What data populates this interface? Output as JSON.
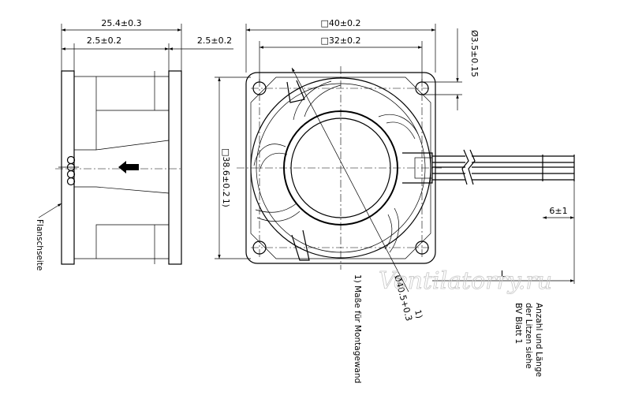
{
  "dimensions": {
    "depth": "25.4±0.3",
    "flange_left": "2.5±0.2",
    "flange_right": "2.5±0.2",
    "frame_square": "□40±0.2",
    "hole_pitch": "□32±0.2",
    "hole_diameter": "Ø3.5±0.15",
    "mount_opening": "□38.6±0.2",
    "mount_opening_note": "1)",
    "cutout_diameter": "Ø40.5+0.3",
    "cutout_diameter_note": "1)",
    "wire_strip": "6±1",
    "lead_length": "L"
  },
  "notes": {
    "flange_side": "Flanschseite",
    "mounting_note": "1) Maße für Montagewand",
    "wire_note_line1": "Anzahl und Länge",
    "wire_note_line2": "der Litzen siehe",
    "wire_note_line3": "BV Blatt 1"
  },
  "watermark": "Ventilatorry.ru"
}
